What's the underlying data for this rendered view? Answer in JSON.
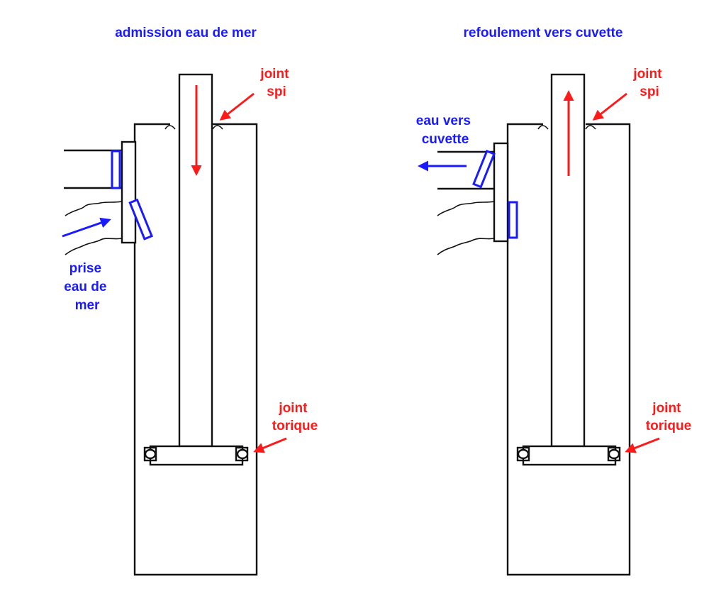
{
  "colors": {
    "title": "#1a1aff",
    "red_label": "#ff1a1a",
    "blue_label": "#1a1aff",
    "outline": "#111111",
    "valve_flap": "#1a1aff",
    "arrow_red": "#ff1a1a",
    "arrow_blue": "#1a1aff"
  },
  "left_panel": {
    "title": "admission eau de mer",
    "joint_spi": [
      "joint",
      "spi"
    ],
    "joint_torique": [
      "joint",
      "torique"
    ],
    "prise_eau": [
      "prise",
      "eau de",
      "mer"
    ],
    "piston_flow": "down",
    "inlet_flow": "in"
  },
  "right_panel": {
    "title": "refoulement vers cuvette",
    "joint_spi": [
      "joint",
      "spi"
    ],
    "joint_torique": [
      "joint",
      "torique"
    ],
    "eau_vers_cuvette": [
      "eau vers",
      "cuvette"
    ],
    "piston_flow": "up",
    "outlet_flow": "out"
  }
}
